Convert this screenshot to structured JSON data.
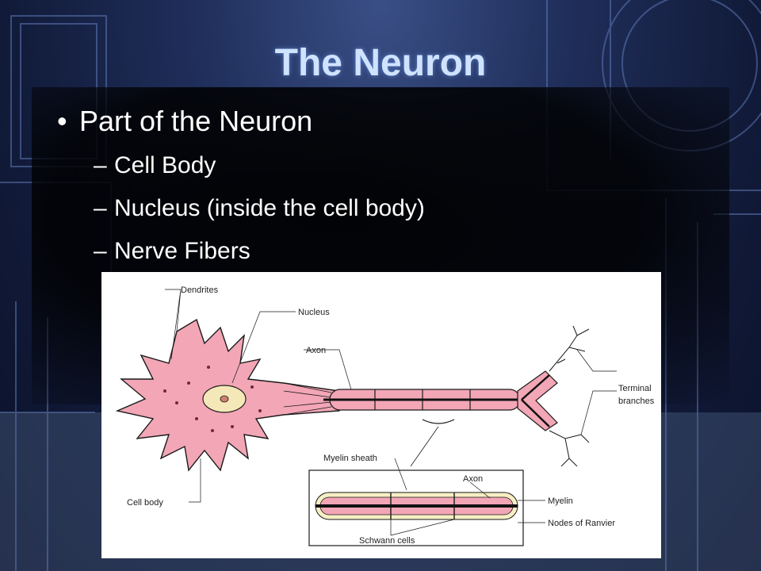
{
  "slide": {
    "title": "The Neuron",
    "bullet": "Part of the Neuron",
    "bullet_marker": "•",
    "sub_marker": "–",
    "sub_items": [
      "Cell Body",
      "Nucleus (inside the cell body)",
      "Nerve Fibers"
    ]
  },
  "diagram": {
    "labels": {
      "dendrites": "Dendrites",
      "nucleus": "Nucleus",
      "axon": "Axon",
      "terminal_line1": "Terminal",
      "terminal_line2": "branches",
      "myelin_sheath": "Myelin sheath",
      "cell_body": "Cell body",
      "inset_axon": "Axon",
      "myelin": "Myelin",
      "nodes": "Nodes of Ranvier",
      "schwann": "Schwann cells"
    },
    "colors": {
      "cell": "#f2a6b6",
      "cell_outline": "#1a1a1a",
      "myelin": "#f6efc4",
      "axon_core": "#111111",
      "nucleus": "#f5e8b8"
    }
  }
}
